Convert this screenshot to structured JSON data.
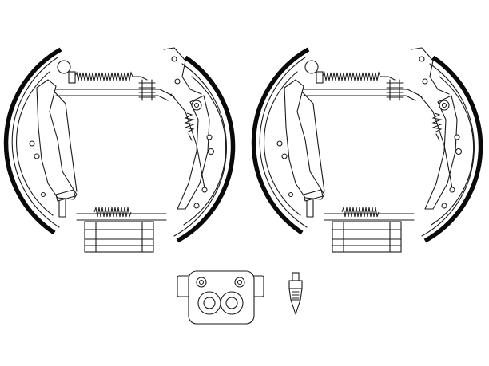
{
  "figure": {
    "background": "#ffffff",
    "line_color": "#1a1a1a",
    "lining_color": "#0a0a0a",
    "components": [
      "brake-shoe-set-left",
      "brake-shoe-set-right",
      "wheel-cylinder",
      "bleeder-valve"
    ]
  }
}
